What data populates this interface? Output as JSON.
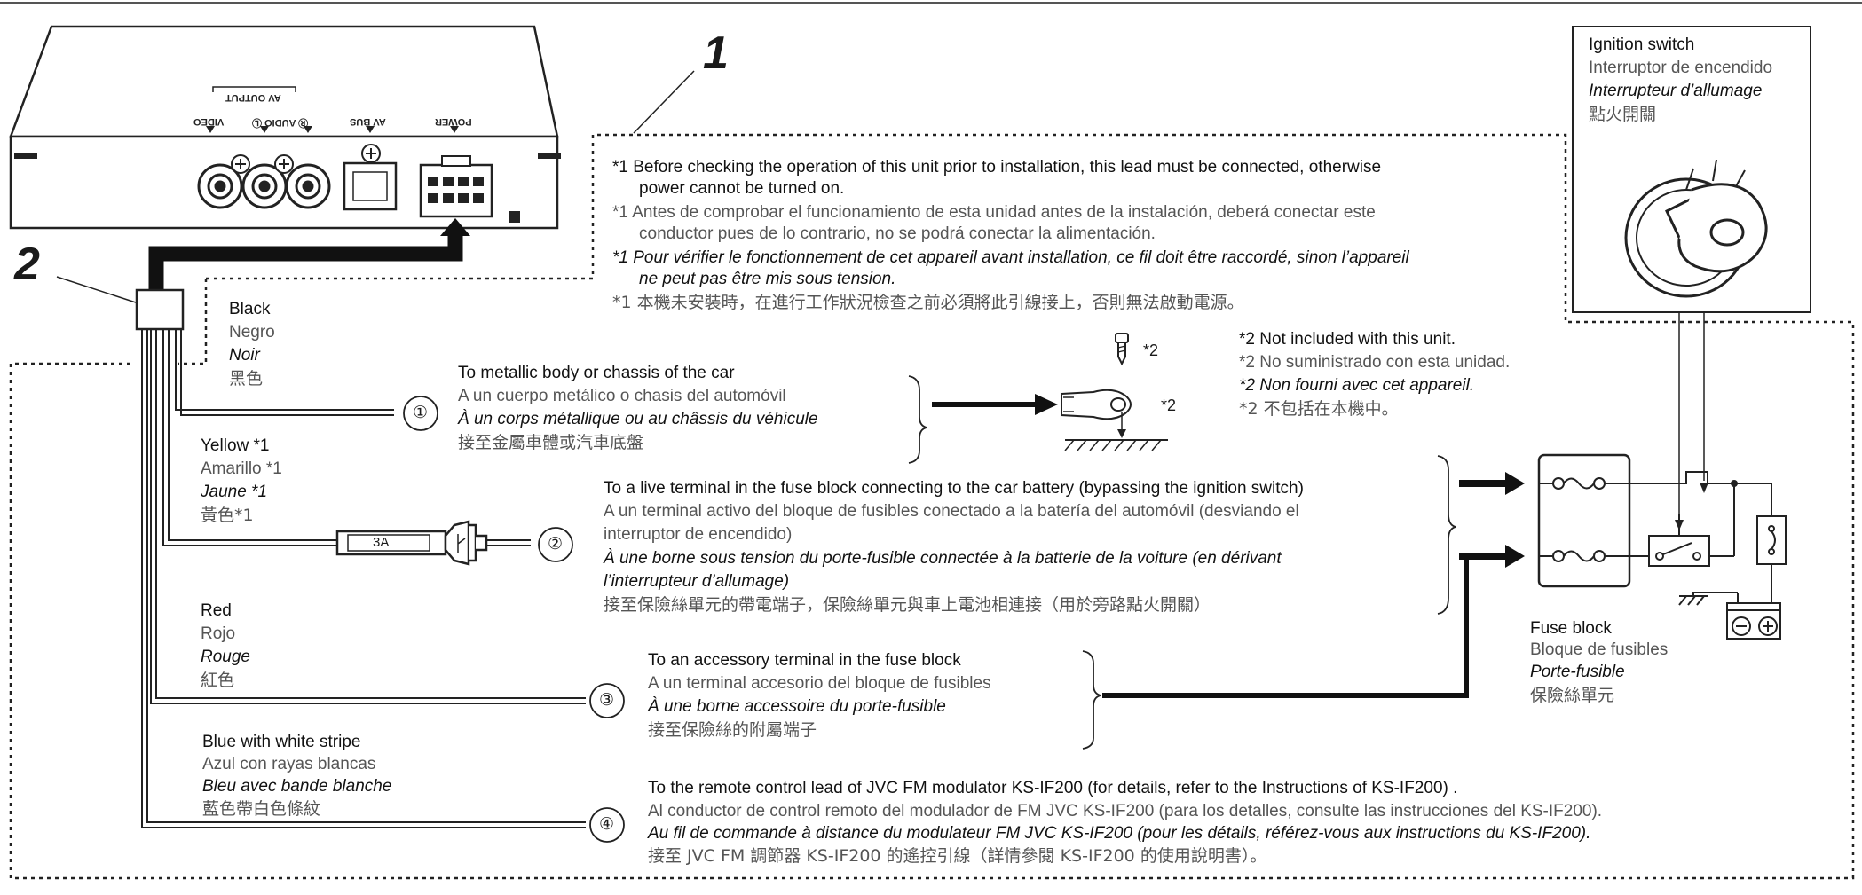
{
  "diagram": {
    "callout_numbers": {
      "one": "1",
      "two": "2"
    },
    "unit_labels": {
      "power": "POWER",
      "av_bus": "AV BUS",
      "audio": "Ⓡ AUDIO Ⓛ",
      "video": "VIDEO",
      "av_output": "AV OUTPUT"
    },
    "fuse_rating": "3A",
    "note_1": {
      "en_a": "*1 Before checking the operation of this unit prior to installation, this lead must be connected, otherwise",
      "en_b": "power cannot be turned on.",
      "es_a": "*1 Antes de comprobar el funcionamiento de esta unidad antes de la instalación, deberá conectar este",
      "es_b": "conductor pues de lo contrario, no se podrá conectar la alimentación.",
      "fr_a": "*1 Pour vérifier le fonctionnement de cet appareil avant installation, ce fil doit être raccordé, sinon l’appareil",
      "fr_b": "ne peut pas être mis sous tension.",
      "zh": "*1 本機未安裝時，在進行工作狀況檢查之前必須將此引線接上，否則無法啟動電源。"
    },
    "note_2": {
      "en": "*2 Not included with this unit.",
      "es": "*2 No suministrado con esta unidad.",
      "fr": "*2 Non fourni avec cet appareil.",
      "zh": "*2 不包括在本機中。",
      "screw_mark": "*2",
      "ring_mark": "*2"
    },
    "ignition": {
      "en": "Ignition switch",
      "es": "Interruptor de encendido",
      "fr": "Interrupteur d’allumage",
      "zh": "點火開關"
    },
    "fuse_block": {
      "en": "Fuse block",
      "es": "Bloque de fusibles",
      "fr": "Porte-fusible",
      "zh": "保險絲單元"
    },
    "wires": {
      "black": {
        "en": "Black",
        "es": "Negro",
        "fr": "Noir",
        "zh": "黑色"
      },
      "yellow": {
        "en": "Yellow *1",
        "es": "Amarillo *1",
        "fr": "Jaune *1",
        "zh": "黃色*1"
      },
      "red": {
        "en": "Red",
        "es": "Rojo",
        "fr": "Rouge",
        "zh": "紅色"
      },
      "blue": {
        "en": "Blue with white stripe",
        "es": "Azul con rayas blancas",
        "fr": "Bleu avec bande blanche",
        "zh": "藍色帶白色條紋"
      }
    },
    "connections": {
      "c1": {
        "num": "①",
        "en": "To metallic body or chassis of the car",
        "es": "A un cuerpo metálico o chasis del automóvil",
        "fr": "À un corps métallique ou au châssis du véhicule",
        "zh": "接至金屬車體或汽車底盤"
      },
      "c2": {
        "num": "②",
        "en": "To a live terminal in the fuse block connecting to the car battery (bypassing the ignition switch)",
        "es_a": "A un terminal activo del bloque de fusibles conectado a la batería del automóvil (desviando el",
        "es_b": "interruptor de encendido)",
        "fr_a": "À une borne sous tension du porte-fusible connectée à la batterie de la voiture (en dérivant",
        "fr_b": "l’interrupteur d’allumage)",
        "zh": "接至保險絲單元的帶電端子，保險絲單元與車上電池相連接（用於旁路點火開關）"
      },
      "c3": {
        "num": "③",
        "en": "To an accessory terminal in the fuse block",
        "es": "A un terminal accesorio del bloque de fusibles",
        "fr": "À une borne accessoire du porte-fusible",
        "zh": "接至保險絲的附屬端子"
      },
      "c4": {
        "num": "④",
        "en": "To the remote control lead of JVC FM modulator KS-IF200 (for details, refer to the Instructions of KS-IF200) .",
        "es": "Al conductor de control remoto del modulador de FM JVC KS-IF200 (para los detalles, consulte las instrucciones del KS-IF200).",
        "fr": "Au fil de commande à distance du modulateur FM JVC KS-IF200 (pour les détails, référez-vous aux instructions du KS-IF200).",
        "zh": "接至 JVC FM 調節器 KS-IF200 的遙控引線（詳情參閱 KS-IF200 的使用說明書）。"
      }
    }
  }
}
